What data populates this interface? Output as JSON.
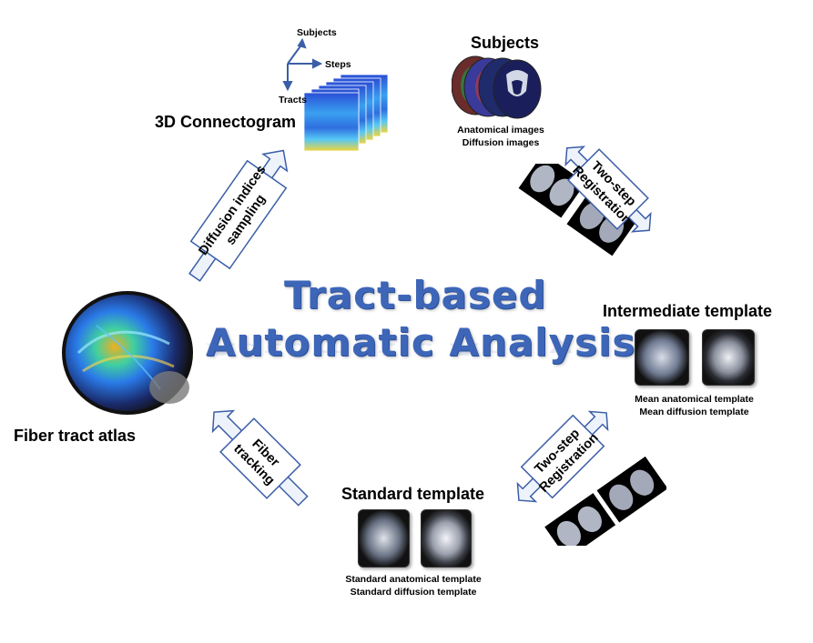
{
  "title": {
    "line1": "Tract-based",
    "line2": "Automatic Analysis"
  },
  "nodes": {
    "subjects": {
      "title": "Subjects",
      "line1": "Anatomical images",
      "line2": "Diffusion images"
    },
    "intermediate": {
      "title": "Intermediate template",
      "line1": "Mean anatomical template",
      "line2": "Mean diffusion template"
    },
    "standard": {
      "title": "Standard template",
      "line1": "Standard anatomical template",
      "line2": "Standard diffusion template"
    },
    "atlas": {
      "title": "Fiber tract atlas"
    },
    "connectogram": {
      "title": "3D Connectogram",
      "axis_subjects": "Subjects",
      "axis_steps": "Steps",
      "axis_tracts": "Tracts"
    }
  },
  "arrows": {
    "reg1": {
      "line1": "Two-step",
      "line2": "Registration"
    },
    "reg2": {
      "line1": "Two-step",
      "line2": "Registration"
    },
    "fiber": {
      "line1": "Fiber",
      "line2": "tracking"
    },
    "sampling": {
      "line1": "Diffusion indices",
      "line2": "sampling"
    }
  }
}
